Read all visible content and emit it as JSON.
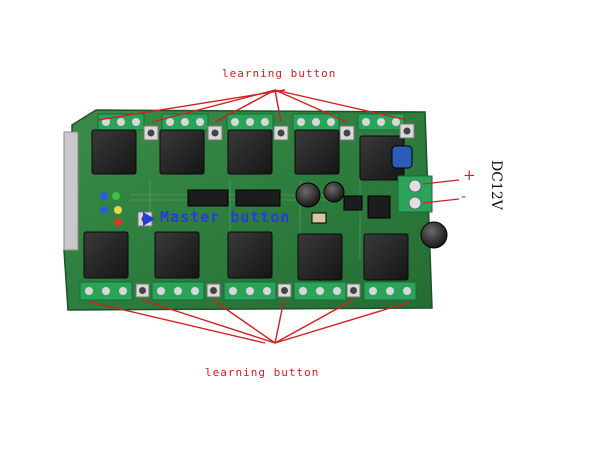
{
  "labels": {
    "top_caption": "learning button",
    "bottom_caption": "learning button",
    "overlay_label": "Master button",
    "power_label": "DC12V",
    "plus_sign": "+",
    "minus_sign": "-"
  },
  "colors": {
    "caption": "#d11f1f",
    "leader_lines": "#d11f1f",
    "overlay_label": "#2a3cd8",
    "board": "#2d7d3e",
    "relay": "#242424",
    "terminal": "#2aa45a"
  }
}
